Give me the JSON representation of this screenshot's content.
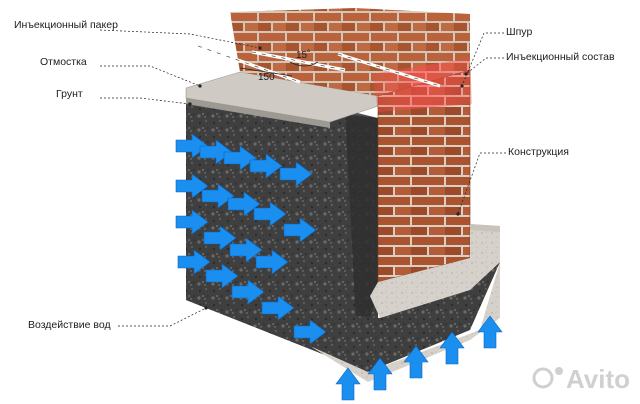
{
  "labels": {
    "injection_packer": "Инъекционный пакер",
    "blind_area": "Отмостка",
    "soil": "Грунт",
    "cord": "Шпур",
    "injection_compound": "Инъекционный состав",
    "structure": "Конструкция",
    "water_impact": "Воздействие вод"
  },
  "dimensions": {
    "depth": "150",
    "angle": "15˚"
  },
  "watermark": "Avito",
  "colors": {
    "brick": "#a5502f",
    "mortar": "#d9cfc4",
    "soil": "#3d3d3d",
    "concrete": "#d4d0c9",
    "arrow": "#1a8ff0",
    "injection_zone": "#ff4d4d"
  }
}
